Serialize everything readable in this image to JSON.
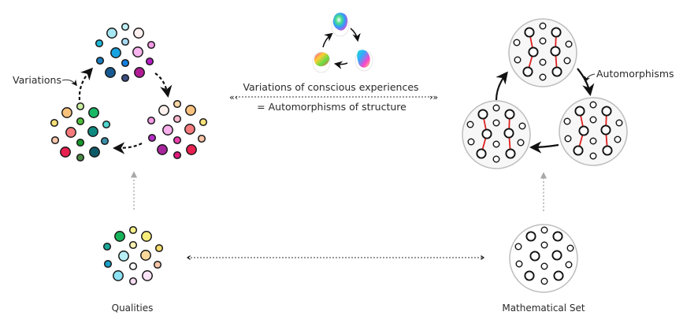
{
  "labels": {
    "variations": "Variations",
    "automorphisms": "Automorphisms",
    "center_line1": "Variations of conscious experiences",
    "center_line2": "= Automorphisms of structure",
    "qualities": "Qualities",
    "mathematical_set": "Mathematical Set"
  },
  "colors": {
    "node_stroke": "#1a1a1a",
    "edge_red": "#e02020",
    "set_circle": "#bdbdbd",
    "grey_arrow": "#a8a8a8",
    "dark_arrow": "#111111"
  },
  "qualities_cluster": {
    "dots": [
      {
        "color": "#f7ef8a",
        "size": "small"
      },
      {
        "color": "#17b35a",
        "size": "large"
      },
      {
        "color": "#f6ec7a",
        "size": "large"
      },
      {
        "color": "#1aa99a",
        "size": "small"
      },
      {
        "color": "#f8f1b0",
        "size": "small"
      },
      {
        "color": "#f5dc6a",
        "size": "small"
      },
      {
        "color": "#b8eef6",
        "size": "large"
      },
      {
        "color": "#fbd99b",
        "size": "large"
      },
      {
        "color": "#1a9fc9",
        "size": "small"
      },
      {
        "color": "#ffffff",
        "size": "small"
      },
      {
        "color": "#f9c6a8",
        "size": "small"
      },
      {
        "color": "#8ee3f3",
        "size": "large"
      },
      {
        "color": "#fbe4f8",
        "size": "large"
      },
      {
        "color": "#f8def2",
        "size": "small"
      }
    ]
  },
  "variation_clusters": [
    {
      "name": "top",
      "dots": [
        {
          "color": "#bff0f6",
          "size": "small"
        },
        {
          "color": "#a7e7f3",
          "size": "large"
        },
        {
          "color": "#fdf1ef",
          "size": "large"
        },
        {
          "color": "#20b8d8",
          "size": "small"
        },
        {
          "color": "#a9d9f2",
          "size": "small"
        },
        {
          "color": "#f49ae6",
          "size": "small"
        },
        {
          "color": "#17a3e0",
          "size": "large"
        },
        {
          "color": "#f8b4ee",
          "size": "large"
        },
        {
          "color": "#1a7bbd",
          "size": "small"
        },
        {
          "color": "#1380e0",
          "size": "small"
        },
        {
          "color": "#b31ec3",
          "size": "small"
        },
        {
          "color": "#175a91",
          "size": "large"
        },
        {
          "color": "#b01c95",
          "size": "large"
        },
        {
          "color": "#3d4d80",
          "size": "small"
        }
      ]
    },
    {
      "name": "bottom-right",
      "dots": [
        {
          "color": "#fcd5a5",
          "size": "small"
        },
        {
          "color": "#fdf1ee",
          "size": "large"
        },
        {
          "color": "#fac27f",
          "size": "large"
        },
        {
          "color": "#f49ae6",
          "size": "small"
        },
        {
          "color": "#f8b8cf",
          "size": "small"
        },
        {
          "color": "#f7e27a",
          "size": "small"
        },
        {
          "color": "#f7b0ec",
          "size": "large"
        },
        {
          "color": "#f47a7e",
          "size": "large"
        },
        {
          "color": "#b52cc6",
          "size": "small"
        },
        {
          "color": "#ec3fae",
          "size": "small"
        },
        {
          "color": "#fac5a8",
          "size": "small"
        },
        {
          "color": "#a8249c",
          "size": "large"
        },
        {
          "color": "#e8204f",
          "size": "large"
        },
        {
          "color": "#e01a7c",
          "size": "small"
        }
      ]
    },
    {
      "name": "bottom-left",
      "dots": [
        {
          "color": "#c8f0a0",
          "size": "small"
        },
        {
          "color": "#f8c27c",
          "size": "large"
        },
        {
          "color": "#18b865",
          "size": "large"
        },
        {
          "color": "#f6df77",
          "size": "small"
        },
        {
          "color": "#4dbf3a",
          "size": "small"
        },
        {
          "color": "#4fd6d0",
          "size": "small"
        },
        {
          "color": "#f57a7c",
          "size": "large"
        },
        {
          "color": "#0f8a80",
          "size": "large"
        },
        {
          "color": "#f9c6ac",
          "size": "small"
        },
        {
          "color": "#179a2a",
          "size": "small"
        },
        {
          "color": "#3c8fa8",
          "size": "small"
        },
        {
          "color": "#e8204f",
          "size": "large"
        },
        {
          "color": "#0f5a68",
          "size": "large"
        },
        {
          "color": "#4a8a44",
          "size": "small"
        }
      ]
    }
  ],
  "structure_graphs": [
    {
      "name": "top"
    },
    {
      "name": "bottom-right"
    },
    {
      "name": "bottom-left"
    }
  ],
  "mathematical_set": {
    "node_count": 14
  },
  "color_solids": [
    {
      "name": "top"
    },
    {
      "name": "bottom-right"
    },
    {
      "name": "bottom-left"
    }
  ]
}
